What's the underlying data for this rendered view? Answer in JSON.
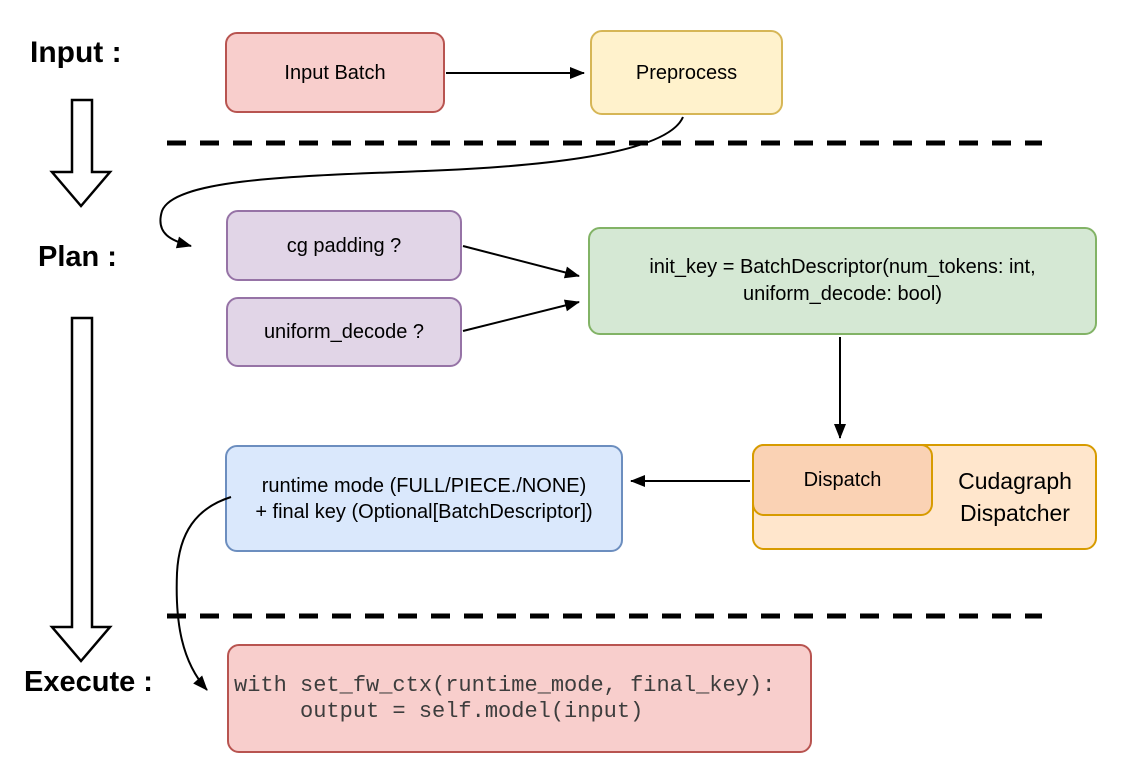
{
  "diagram": {
    "sections": [
      {
        "label": "Input :"
      },
      {
        "label": "Plan :"
      },
      {
        "label": "Execute :"
      }
    ],
    "nodes": {
      "input_batch": {
        "label": "Input Batch",
        "fill": "#f8cecc",
        "border": "#b85450"
      },
      "preprocess": {
        "label": "Preprocess",
        "fill": "#fff2cc",
        "border": "#d6b656"
      },
      "cg_padding": {
        "label": "cg padding ?",
        "fill": "#e1d5e7",
        "border": "#9673a6"
      },
      "uniform_decode": {
        "label": "uniform_decode ?",
        "fill": "#e1d5e7",
        "border": "#9673a6"
      },
      "init_key": {
        "line1": "init_key = BatchDescriptor(num_tokens: int,",
        "line2": "uniform_decode: bool)",
        "fill": "#d5e8d4",
        "border": "#82b366"
      },
      "runtime_mode": {
        "line1": "runtime mode (FULL/PIECE./NONE)",
        "line2": "+ final key (Optional[BatchDescriptor])",
        "fill": "#dae8fc",
        "border": "#6c8ebf"
      },
      "dispatch": {
        "label": "Dispatch",
        "fill": "#fad2b4",
        "border": "#d79b00"
      },
      "cudagraph_dispatcher": {
        "line1": "Cudagraph",
        "line2": "Dispatcher",
        "fill": "#ffe6cc",
        "border": "#d79b00"
      },
      "execute_code": {
        "line1": "with set_fw_ctx(runtime_mode, final_key):",
        "line2": "     output = self.model(input)",
        "fill": "#f8cecc",
        "border": "#b85450",
        "text_color": "#3d3d3d"
      }
    },
    "connector_color": "#000000"
  }
}
